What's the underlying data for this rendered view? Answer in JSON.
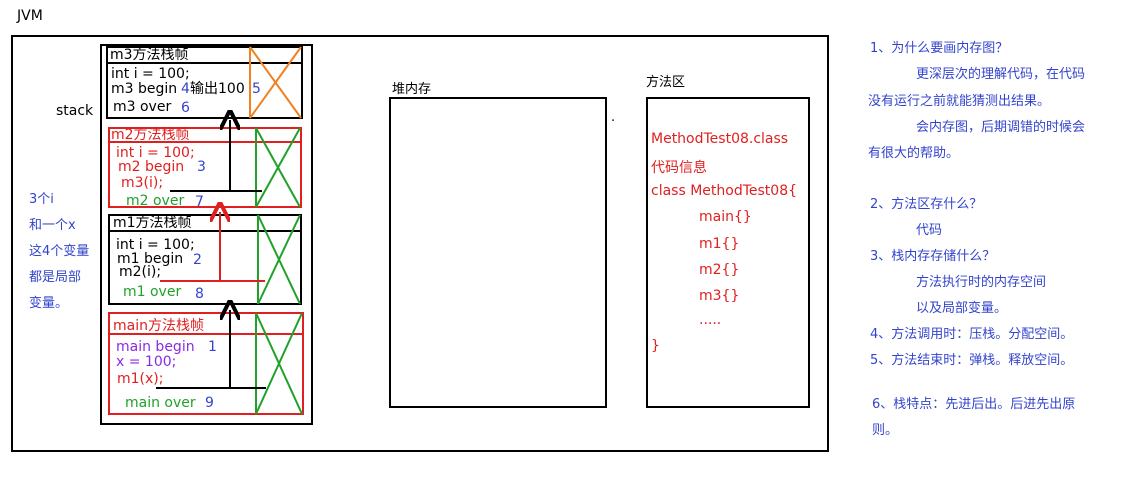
{
  "jvm": {
    "label": "JVM"
  },
  "stack": {
    "label": "stack"
  },
  "frames": {
    "m3": {
      "title": "m3方法栈帧",
      "lines": [
        "int i = 100;",
        "m3 begin",
        "输出100",
        "m3 over"
      ],
      "nums": [
        "4",
        "5",
        "6"
      ]
    },
    "m2": {
      "title": "m2方法栈帧",
      "lines": [
        "int i = 100;",
        "m2 begin",
        "m3(i);",
        "m2 over"
      ],
      "nums": [
        "3",
        "7"
      ]
    },
    "m1": {
      "title": "m1方法栈帧",
      "lines": [
        "int i = 100;",
        "m1 begin",
        "m2(i);",
        "m1 over"
      ],
      "nums": [
        "2",
        "8"
      ]
    },
    "main": {
      "title": "main方法栈帧",
      "lines": [
        "main begin",
        "x = 100;",
        "m1(x);",
        "main over"
      ],
      "nums": [
        "1",
        "9"
      ]
    }
  },
  "left_note": [
    "3个i",
    "和一个x",
    "这4个变量",
    "都是局部",
    "变量。"
  ],
  "heap": {
    "label": "堆内存"
  },
  "dot": ".",
  "method_area": {
    "label": "方法区",
    "lines": [
      "MethodTest08.class",
      "代码信息",
      "class MethodTest08{",
      "main{}",
      "m1{}",
      "m2{}",
      "m3{}",
      ".....",
      "}"
    ]
  },
  "notes": [
    "1、为什么要画内存图？",
    "更深层次的理解代码，在代码",
    "没有运行之前就能猜测出结果。",
    "会内存图，后期调错的时候会",
    "有很大的帮助。",
    "2、方法区存什么？",
    "代码",
    "3、栈内存存储什么？",
    "方法执行时的内存空间",
    "以及局部变量。",
    "4、方法调用时：压栈。分配空间。",
    "5、方法结束时：弹栈。释放空间。",
    "6、栈特点：先进后出。后进先出原",
    "则。"
  ],
  "colors": {
    "red": "#e02020",
    "green": "#1fa12a",
    "blue": "#3344cc",
    "purple": "#8a2be2",
    "orange": "#f08020",
    "black": "#000000"
  }
}
